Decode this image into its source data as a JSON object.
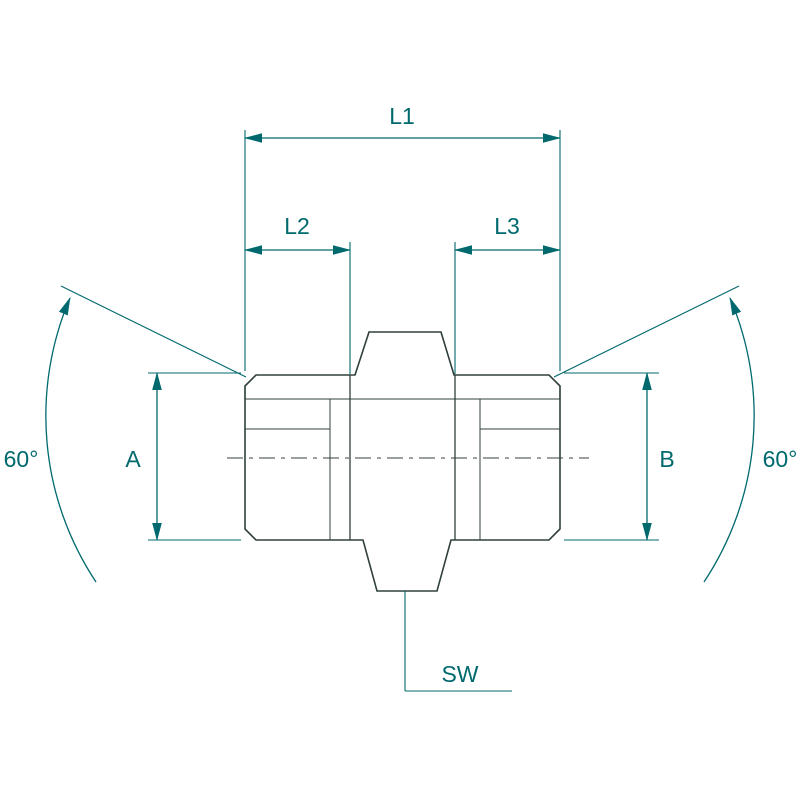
{
  "diagram": {
    "labels": {
      "length_overall": "L1",
      "length_left": "L2",
      "length_right": "L3",
      "diameter_left": "A",
      "diameter_right": "B",
      "wrench_size": "SW",
      "cone_angle_left": "60°",
      "cone_angle_right": "60°"
    },
    "colors": {
      "dimension_lines": "#00696d",
      "drawing_outline": "#30403d",
      "body_fill": "#cbd7d2",
      "hatch_lines": "#4a5a56",
      "background": "#ffffff"
    }
  }
}
